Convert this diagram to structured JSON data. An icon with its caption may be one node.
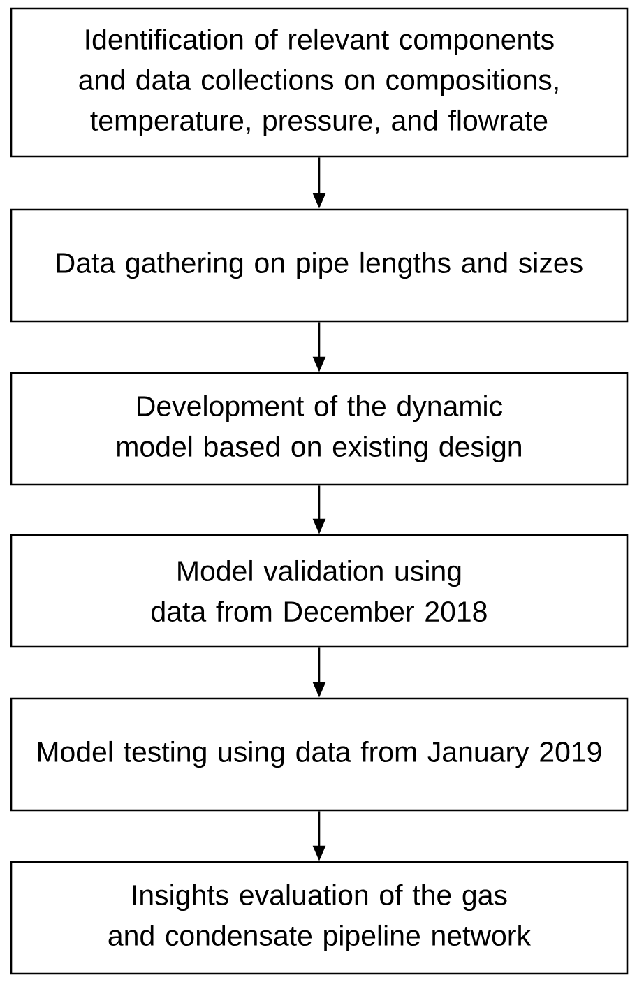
{
  "diagram": {
    "nodes": [
      {
        "text": [
          "Identification of relevant components and data collections on compositions, temperature, pressure, and flowrate"
        ]
      },
      {
        "text": [
          "Data gathering on pipe lengths and sizes"
        ]
      },
      {
        "text": [
          "Development of the dynamic model based on existing design"
        ]
      },
      {
        "text": [
          "Model validation using data from December 2018"
        ]
      },
      {
        "text": [
          "Model testing using data from January 2019"
        ]
      },
      {
        "text": [
          "Insights evaluation of the gas and condensate pipeline network"
        ]
      }
    ],
    "edges": [
      {
        "from": 0,
        "to": 1,
        "arrow": "to"
      },
      {
        "from": 1,
        "to": 2,
        "arrow": "to"
      },
      {
        "from": 2,
        "to": 3,
        "arrow": "to"
      },
      {
        "from": 3,
        "to": 4,
        "arrow": "to"
      },
      {
        "from": 4,
        "to": 5,
        "arrow": "to"
      }
    ]
  }
}
